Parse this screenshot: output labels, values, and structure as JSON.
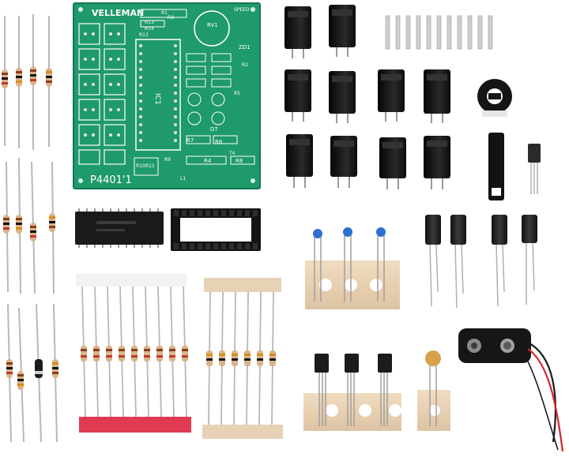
{
  "pcb": {
    "brand": "VELLEMAN",
    "part_number": "P4401'1",
    "labels": {
      "ic": "IC1",
      "rv": "RV1",
      "speed": "SPEED",
      "zd": "ZD1",
      "r1": "R1",
      "r2": "R2",
      "r3": "R3",
      "r4": "R4",
      "r5": "R5",
      "r6": "R6",
      "r7": "R7",
      "r8": "R8",
      "r9": "R9",
      "r10": "R10",
      "r11": "R11",
      "r12": "R12",
      "r13": "R13",
      "r14": "R14",
      "d7": "D7",
      "t4": "T4",
      "l1": "L1"
    }
  },
  "colors": {
    "pcb_green": "#1f9a6a",
    "pcb_silk": "#ffffff",
    "led_black": "#1b1b1b",
    "cap_blue": "#2d6fd1",
    "cap_tan": "#d8a24a",
    "tape_red": "#e03a52",
    "tape_white": "#f2f2f2",
    "tape_beige": "#e7d2b6",
    "clip_black": "#161616",
    "wire_red": "#d9232b"
  }
}
